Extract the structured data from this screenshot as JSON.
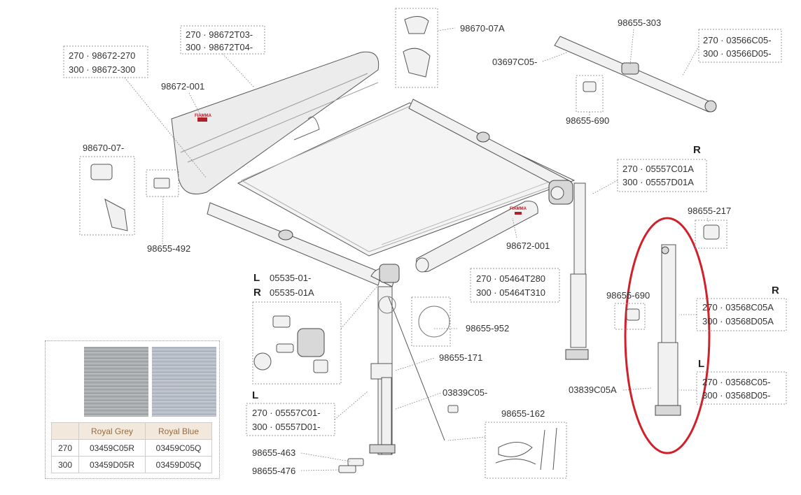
{
  "labels": {
    "l_98670_07A": "98670-07A",
    "l_98655_303": "98655-303",
    "l_03697C05": "03697C05-",
    "l_98655_690_top": "98655-690",
    "l_98672T03": "270 · 98672T03-",
    "l_98672T04": "300 · 98672T04-",
    "l_98672_270": "270 · 98672-270",
    "l_98672_300": "300 · 98672-300",
    "l_98672_001_top": "98672-001",
    "l_03566C05": "270 · 03566C05-",
    "l_03566D05": "300 · 03566D05-",
    "l_98670_07": "98670-07-",
    "l_98655_492": "98655-492",
    "l_R_top": "R",
    "l_05557C01A": "270 · 05557C01A",
    "l_05557D01A": "300 · 05557D01A",
    "l_98655_217": "98655-217",
    "l_98672_001_mid": "98672-001",
    "l_05464T280": "270 · 05464T280",
    "l_05464T310": "300 · 05464T310",
    "l_L_mid": "L",
    "l_05535_01": "05535-01-",
    "l_R_mid": "R",
    "l_05535_01A": "05535-01A",
    "l_98655_690_mid": "98655-690",
    "l_R_right": "R",
    "l_03568C05A": "270 · 03568C05A",
    "l_03568D05A": "300 · 03568D05A",
    "l_98655_952": "98655-952",
    "l_98655_171": "98655-171",
    "l_L_right": "L",
    "l_03568C05": "270 · 03568C05-",
    "l_03568D05": "300 · 03568D05-",
    "l_03839C05A": "03839C05A",
    "l_03839C05": "03839C05-",
    "l_L_bottom": "L",
    "l_05557C01": "270 · 05557C01-",
    "l_05557D01": "300 · 05557D01-",
    "l_98655_162": "98655-162",
    "l_98655_463": "98655-463",
    "l_98655_476": "98655-476",
    "l_brand_top": "FIAMMA",
    "l_brand_mid": "FIAMMA"
  },
  "fabric_table": {
    "header": [
      "",
      "Royal Grey",
      "Royal Blue"
    ],
    "rows": [
      [
        "270",
        "03459C05R",
        "03459C05Q"
      ],
      [
        "300",
        "03459D05R",
        "03459D05Q"
      ]
    ]
  },
  "colors": {
    "highlight_ellipse": "#d0202a",
    "table_header_bg": "#f2e9dc",
    "table_header_text": "#9a6b3c",
    "swatch_royal_grey": "#a8abad",
    "swatch_royal_blue": "#b3bac5"
  }
}
